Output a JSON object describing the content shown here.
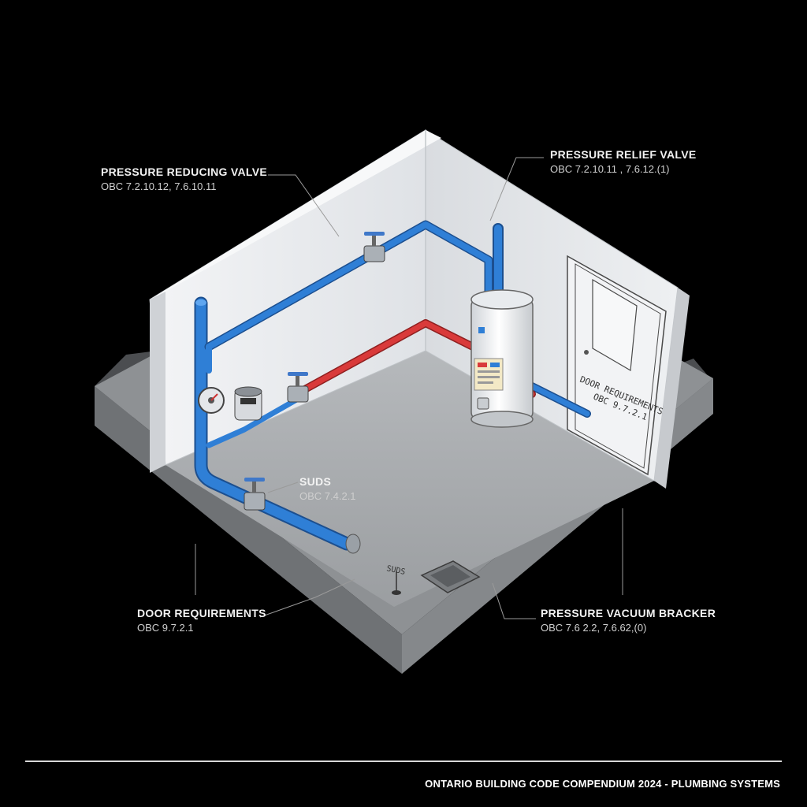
{
  "callouts": {
    "pressure_reducing_valve": {
      "title": "PRESSURE REDUCING VALVE",
      "code": "OBC 7.2.10.12, 7.6.10.11"
    },
    "pressure_relief_valve": {
      "title": "PRESSURE RELIEF VALVE",
      "code": "OBC 7.2.10.11 , 7.6.12.(1)"
    },
    "suds": {
      "title": "SUDS",
      "code": "OBC 7.4.2.1"
    },
    "door_requirements": {
      "title": "DOOR REQUIREMENTS",
      "code": "OBC 9.7.2.1"
    },
    "pressure_vacuum_breaker": {
      "title": "PRESSURE VACUUM BRACKER",
      "code": "OBC 7.6 2.2, 7.6.62,(0)"
    }
  },
  "wall_label": {
    "line1": "DOOR REQUIREMENTS",
    "line2": "OBC 9.7.2.1"
  },
  "floor_label": "SUDS",
  "footer": "ONTARIO BUILDING CODE COMPENDIUM 2024 - PLUMBING SYSTEMS",
  "colors": {
    "background": "#000000",
    "cold_pipe": "#2f7fd6",
    "hot_pipe": "#d93a3a",
    "wall": "#e9ebee",
    "floor": "#a9acaf",
    "slab_side": "#7d8083"
  }
}
